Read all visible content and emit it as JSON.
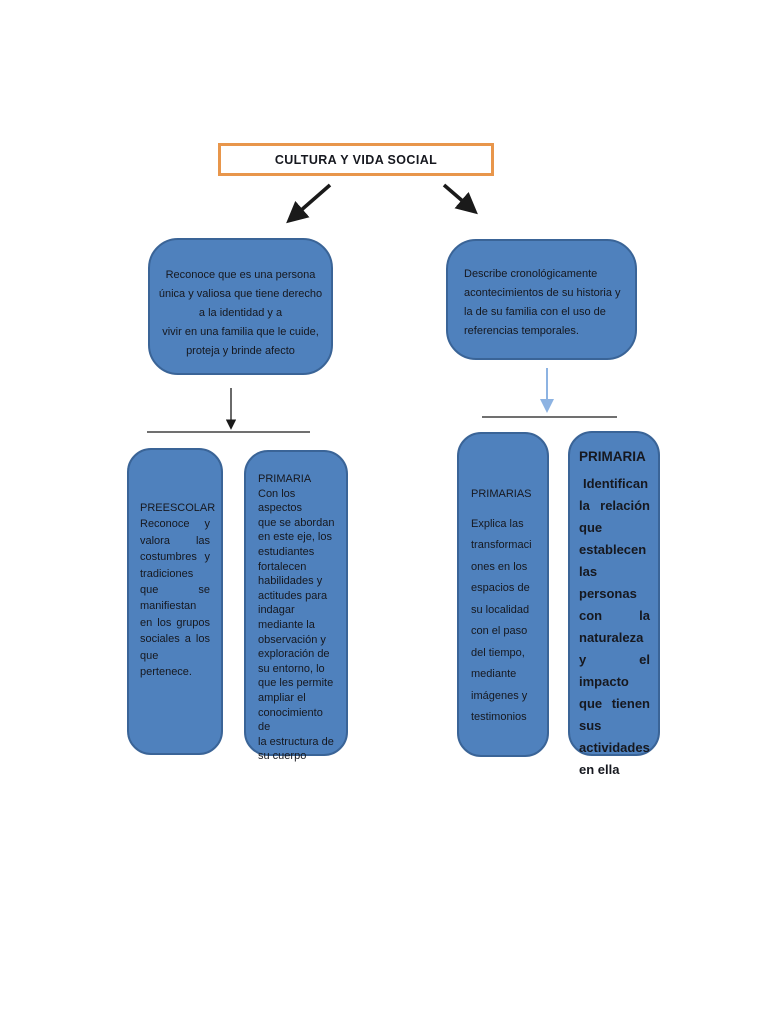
{
  "colors": {
    "node_fill": "#4f81bd",
    "node_border": "#3a6497",
    "title_border": "#e8964b",
    "connector": "#1a1a1a",
    "connector_blue": "#8db3e2",
    "text": "#16181f"
  },
  "title": {
    "label": "CULTURA Y VIDA SOCIAL"
  },
  "nodes": {
    "identity": {
      "text": "Reconoce que es una persona\núnica y valiosa que tiene derecho\na la identidad y a\nvivir en una familia que le cuide,\nproteja y brinde afecto"
    },
    "chronology": {
      "text": "Describe cronológicamente\nacontecimientos de su historia y\nla de su familia con el uso de\nreferencias temporales."
    },
    "preescolar": {
      "title": "PREESCOLAR",
      "body": "Reconoce y valora las costumbres y tradiciones que se manifiestan en los grupos sociales a los que pertenece."
    },
    "primaria_cuerpo": {
      "title": "PRIMARIA",
      "body": "Con los aspectos\nque se abordan\nen este eje, los\nestudiantes\nfortalecen\nhabilidades y\nactitudes para\nindagar\nmediante la\nobservación y\nexploración de\nsu entorno, lo\nque les permite\nampliar el\nconocimiento de\nla estructura de\nsu cuerpo"
    },
    "primarias_espacios": {
      "title": "PRIMARIAS",
      "body": "Explica las\ntransformaci\nones en los\nespacios de\nsu localidad\ncon el paso\ndel tiempo,\nmediante\nimágenes y\ntestimonios"
    },
    "primaria_naturaleza": {
      "title": "PRIMARIA",
      "body": "Identifican la relación que establecen las personas con la naturaleza y el impacto que tienen sus actividades en ella"
    }
  }
}
